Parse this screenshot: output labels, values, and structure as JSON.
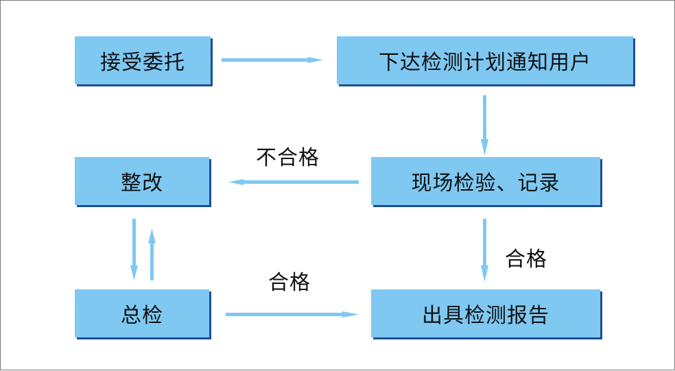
{
  "nodes": {
    "accept": "接受委托",
    "notify": "下达检测计划通知用户",
    "inspect": "现场检验、记录",
    "rectify": "整改",
    "final": "总检",
    "report": "出具检测报告"
  },
  "edges": {
    "fail": "不合格",
    "pass_down": "合格",
    "pass_bottom": "合格"
  },
  "colors": {
    "box_fill": "#7ec8f2",
    "box_shadow": "#1d4f95",
    "arrow": "#7ec8f2"
  }
}
